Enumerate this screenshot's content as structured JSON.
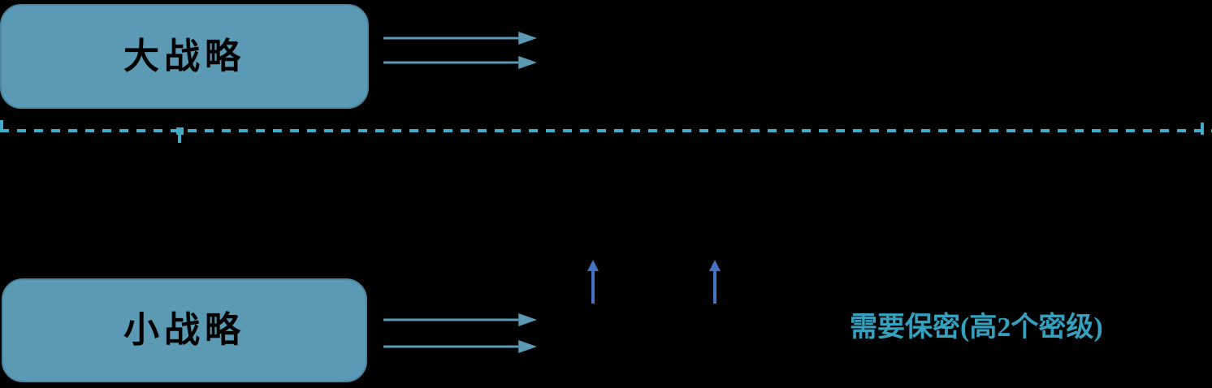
{
  "diagram": {
    "boxes": [
      {
        "id": "grand-strategy",
        "label": "大战略"
      },
      {
        "id": "small-strategy",
        "label": "小战略"
      }
    ],
    "annotation": {
      "text": "需要保密(高2个密级)"
    },
    "colors": {
      "background": "#000000",
      "box_fill": "#5B9AB4",
      "box_border": "#4D86A0",
      "box_text": "#000000",
      "arrow": "#5B9AB4",
      "dashed_line": "#3FADCB",
      "up_arrow": "#4472C4",
      "annotation_text": "#35A1BE"
    }
  }
}
